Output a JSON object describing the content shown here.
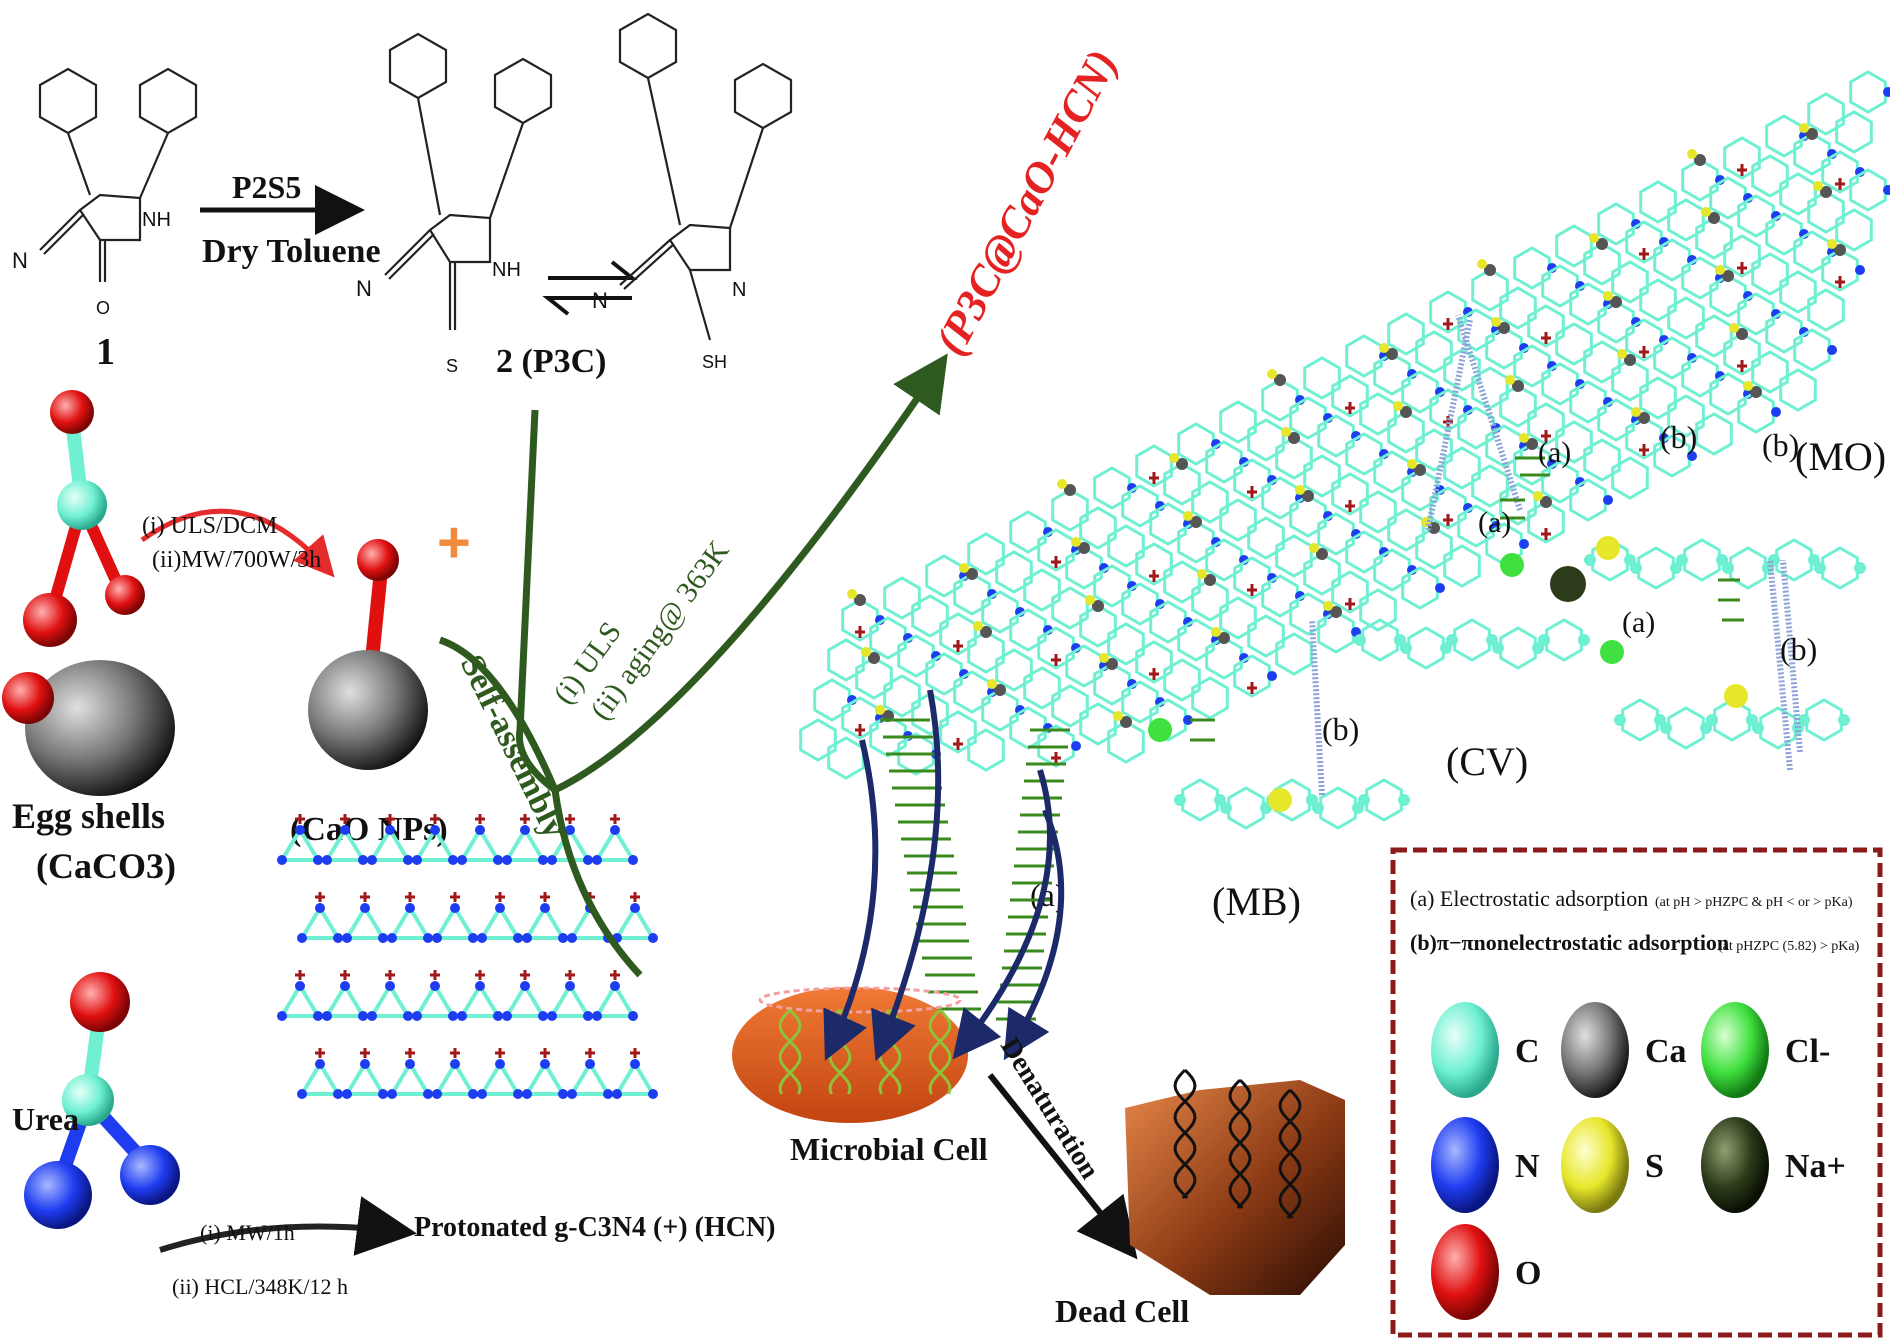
{
  "colors": {
    "carbon": "#6ff0d2",
    "nitrogen": "#1e3cf0",
    "oxygen": "#e01010",
    "calcium": "#555555",
    "chloride": "#3fe03f",
    "sulfur": "#e6e62a",
    "sodium": "#2c3c1a",
    "arrow_green": "#2f5a1f",
    "arrow_red": "#e52b2b",
    "arrow_navy": "#1d2a6a",
    "title_red": "#e52222",
    "legend_border": "#8b1a1a",
    "plus_orange": "#f08a3c"
  },
  "reaction": {
    "compound1_label": "1",
    "compound2_label": "2 (P3C)",
    "reagent_top": "P2S5",
    "reagent_bottom": "Dry Toluene",
    "atoms": {
      "n": "N",
      "nh": "NH",
      "o": "O",
      "s": "S",
      "sh": "SH"
    }
  },
  "precursors": {
    "egg_shells": "Egg shells",
    "caco3": "(CaCO3)",
    "cao": "(CaO NPs)",
    "step_cao_1": "(i) ULS/DCM",
    "step_cao_2": "(ii)MW/700W/3h",
    "plus": "+",
    "urea": "Urea",
    "step_hcn_1": "(i) MW/1h",
    "step_hcn_2": "(ii) HCL/348K/12 h",
    "hcn_label": "Protonated g-C3N4 (+) (HCN)",
    "self_assembly": "Self-assembly",
    "step_p3c_1": "(i) ULS",
    "step_p3c_2": "(ii) aging@ 363K"
  },
  "composite": {
    "title": "(P3C@CaO-HCN)",
    "labels": {
      "a1": "(a)",
      "a2": "(a)",
      "a3": "(a)",
      "a4": "(a)",
      "b1": "(b)",
      "b2": "(b)",
      "b3": "(b)",
      "b4": "(b)",
      "mo": "(MO)",
      "cv": "(CV)",
      "mb": "(MB)"
    }
  },
  "cells": {
    "microbial": "Microbial Cell",
    "denaturation": "Denaturation",
    "dead": "Dead Cell"
  },
  "legend": {
    "line_a": "(a) Electrostatic adsorption",
    "line_a_cond": "(at pH > pHZPC & pH < or > pKa)",
    "line_b": "(b)π−πnonelectrostatic adsorption",
    "line_b_cond": "(at pHZPC (5.82) > pKa)",
    "items": [
      {
        "symbol": "C",
        "color": "#6ff0d2"
      },
      {
        "symbol": "Ca",
        "color": "#444444"
      },
      {
        "symbol": "Cl-",
        "color": "#3fe03f"
      },
      {
        "symbol": "N",
        "color": "#1e3cf0"
      },
      {
        "symbol": "S",
        "color": "#e6e62a"
      },
      {
        "symbol": "Na+",
        "color": "#2c3c1a"
      },
      {
        "symbol": "O",
        "color": "#e01010"
      }
    ]
  }
}
